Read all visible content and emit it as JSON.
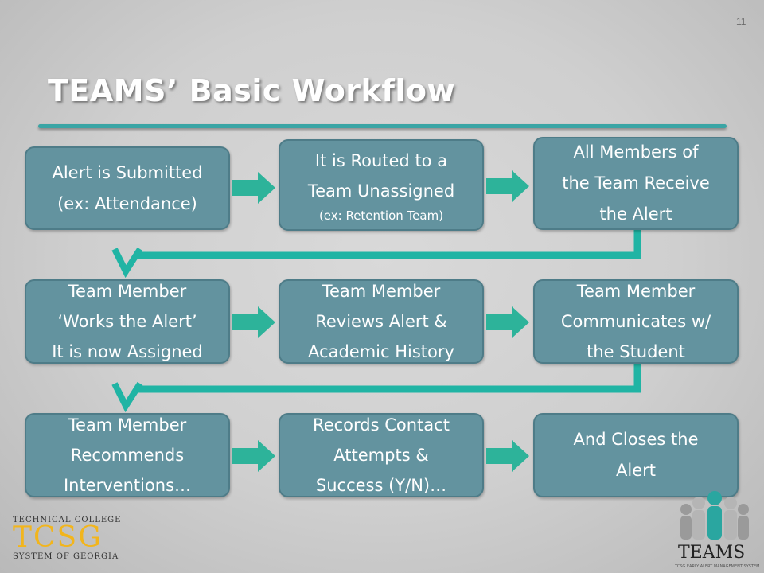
{
  "slide_number": "11",
  "title": "TEAMS’ Basic Workflow",
  "colors": {
    "box_fill": "#63939f",
    "box_border": "#4e7c88",
    "arrow": "#2db39a",
    "connector": "#20b4a4",
    "title_rule": "#3aa5a5",
    "tcsg_gold": "#f2b51c"
  },
  "steps": {
    "row1": {
      "step1": {
        "line1": "Alert is Submitted",
        "line2": "(ex: Attendance)"
      },
      "step2": {
        "line1": "It is Routed to a",
        "line2": "Team Unassigned",
        "line3": "(ex: Retention Team)"
      },
      "step3": {
        "line1": "All Members of",
        "line2": "the Team Receive",
        "line3": "the Alert"
      }
    },
    "row2": {
      "step4": {
        "line1": "Team Member",
        "line2": "‘Works the Alert’",
        "line3": "It is now Assigned"
      },
      "step5": {
        "line1": "Team Member",
        "line2": "Reviews Alert &",
        "line3": "Academic History"
      },
      "step6": {
        "line1": "Team Member",
        "line2": "Communicates w/",
        "line3": "the Student"
      }
    },
    "row3": {
      "step7": {
        "line1": "Team Member",
        "line2": "Recommends",
        "line3": "Interventions…"
      },
      "step8": {
        "line1": "Records Contact",
        "line2": "Attempts &",
        "line3": "Success (Y/N)…"
      },
      "step9": {
        "line1": "And Closes the",
        "line2": "Alert"
      }
    }
  },
  "logos": {
    "tcsg": {
      "line1": "TECHNICAL  COLLEGE",
      "mark": "TCSG",
      "line3": "SYSTEM  OF  GEORGIA"
    },
    "teams": {
      "word": "TEAMS",
      "tagline": "TCSG EARLY ALERT MANAGEMENT SYSTEM"
    }
  }
}
